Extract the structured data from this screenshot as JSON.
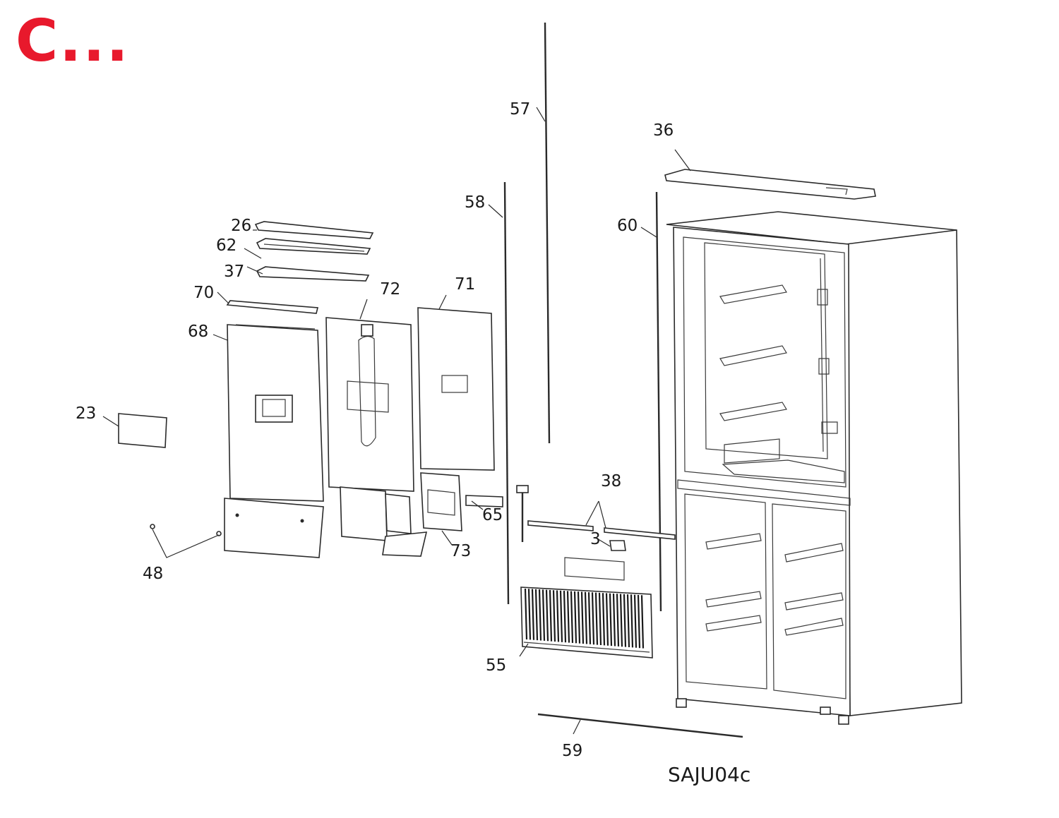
{
  "brand": {
    "logo_text": "C...",
    "logo_color": "#e8192c"
  },
  "diagram": {
    "code": "SAJU04c",
    "callouts": [
      "26",
      "62",
      "37",
      "70",
      "72",
      "71",
      "68",
      "23",
      "48",
      "57",
      "58",
      "36",
      "60",
      "38",
      "3",
      "65",
      "73",
      "55",
      "59"
    ]
  }
}
